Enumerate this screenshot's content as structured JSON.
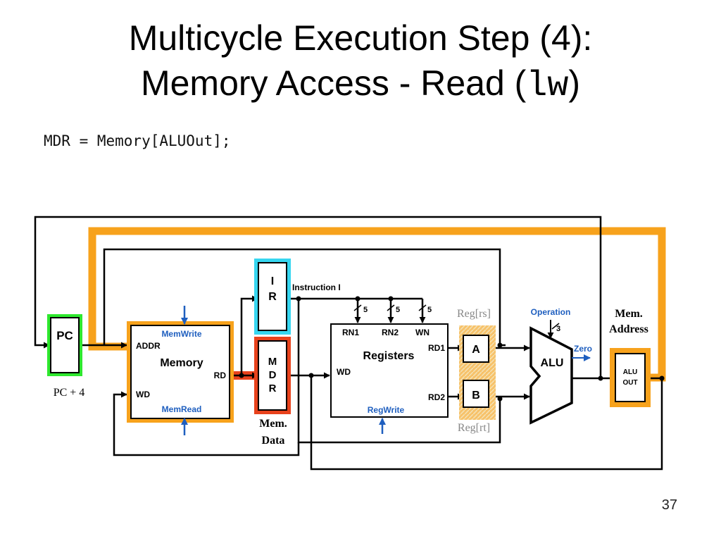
{
  "title": {
    "line1": "Multicycle Execution Step (4):",
    "line2_prefix": "Memory Access - Read (",
    "line2_code": "lw",
    "line2_suffix": ")"
  },
  "code_line": "MDR = Memory[ALUOut];",
  "slide_number": "37",
  "diagram": {
    "pc": "PC",
    "pc_plus_4": "PC + 4",
    "memory": {
      "title": "Memory",
      "memwrite": "MemWrite",
      "memread": "MemRead",
      "addr": "ADDR",
      "wd": "WD",
      "rd": "RD"
    },
    "ir": {
      "l1": "I",
      "l2": "R"
    },
    "mdr": {
      "l1": "M",
      "l2": "D",
      "l3": "R"
    },
    "instruction_label": "Instruction I",
    "mem_data": {
      "l1": "Mem.",
      "l2": "Data"
    },
    "registers": {
      "title": "Registers",
      "rn1": "RN1",
      "rn2": "RN2",
      "wn": "WN",
      "wd": "WD",
      "rd1": "RD1",
      "rd2": "RD2",
      "regwrite": "RegWrite",
      "bus_width": "5"
    },
    "reg_rs": "Reg[rs]",
    "reg_rt": "Reg[rt]",
    "a": "A",
    "b": "B",
    "alu": "ALU",
    "operation": "Operation",
    "op_width": "3",
    "zero": "Zero",
    "aluout": {
      "l1": "ALU",
      "l2": "OUT"
    },
    "mem_address": {
      "l1": "Mem.",
      "l2": "Address"
    },
    "colors": {
      "highlight_orange": "#f7a21c",
      "mdr_red": "#e8421c",
      "ir_cyan": "#36d6f0",
      "pc_green": "#2ee82e",
      "signal_blue": "#1f5fbf",
      "reg_gray": "#888888"
    }
  }
}
